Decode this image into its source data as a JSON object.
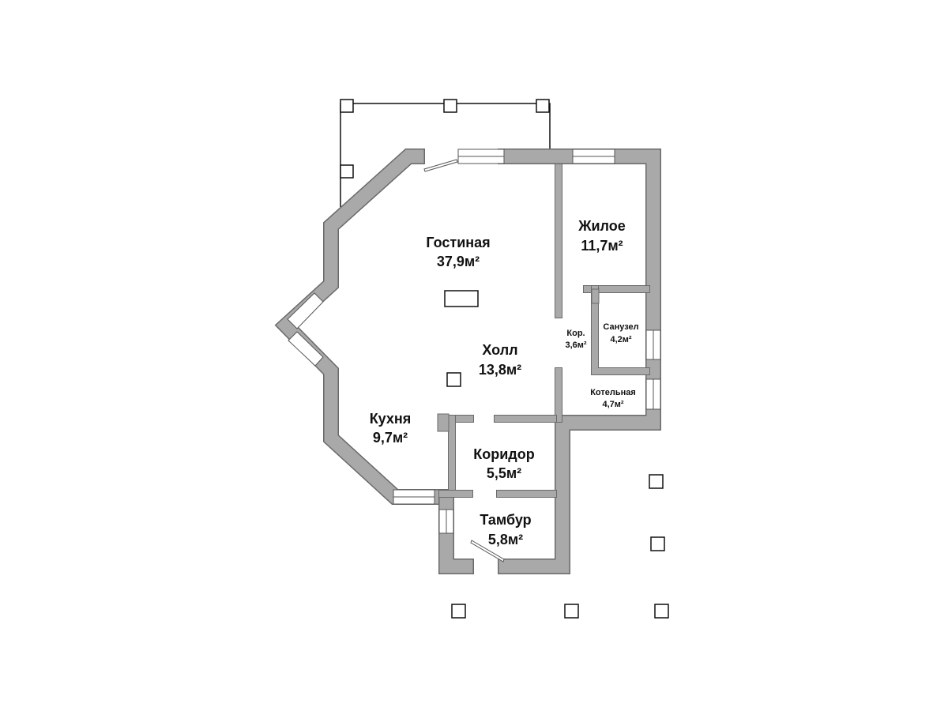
{
  "rooms": {
    "gostinaya": {
      "name": "Гостиная",
      "area": "37,9м²"
    },
    "zhiloe": {
      "name": "Жилое",
      "area": "11,7м²"
    },
    "holl": {
      "name": "Холл",
      "area": "13,8м²"
    },
    "kuhnya": {
      "name": "Кухня",
      "area": "9,7м²"
    },
    "koridor": {
      "name": "Коридор",
      "area": "5,5м²"
    },
    "tambur": {
      "name": "Тамбур",
      "area": "5,8м²"
    },
    "kor": {
      "name": "Кор.",
      "area": "3,6м²"
    },
    "sanuzel": {
      "name": "Санузел",
      "area": "4,2м²"
    },
    "kotelnaya": {
      "name": "Котельная",
      "area": "4,7м²"
    }
  },
  "colors": {
    "wall": "#a9a9a9",
    "wall_outline": "#6a6a6a"
  }
}
